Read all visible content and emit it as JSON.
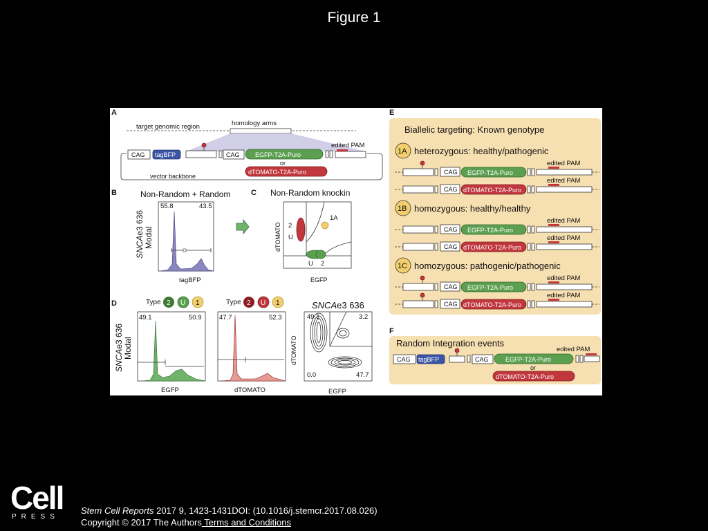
{
  "slide": {
    "title": "Figure 1"
  },
  "panelA": {
    "letter": "A",
    "target_region": "target genomic region",
    "homology_arms": "homology arms",
    "edited_pam": "edited PAM",
    "cag": "CAG",
    "tagbfp": "tagBFP",
    "egfp": "EGFP-T2A-Puro",
    "or": "or",
    "dtomato": "dTOMATO-T2A-Puro",
    "backbone": "vector backbone"
  },
  "panelB": {
    "letter": "B",
    "title": "Non-Random + Random",
    "ylabel1": "SNCA",
    "ylabel2": "e3 636",
    "ylabel3": "Modal",
    "left_value": "55.8",
    "right_value": "43.5",
    "xlabel": "tagBFP"
  },
  "panelC": {
    "letter": "C",
    "title": "Non-Random knockin",
    "ylabel": "dTOMATO",
    "xlabel": "EGFP",
    "label_1a": "1A",
    "label_2": "2",
    "label_u": "U",
    "label_u2": "U",
    "label_22": "2"
  },
  "panelD": {
    "letter": "D",
    "type_label": "Type",
    "c2": "2",
    "cu": "U",
    "c1": "1",
    "ylabel1": "SNCA",
    "ylabel2": "e3 636",
    "ylabel3": "Modal",
    "h1_left": "49.1",
    "h1_right": "50.9",
    "h1_xlabel": "EGFP",
    "h2_left": "47.7",
    "h2_right": "52.3",
    "h2_xlabel": "dTOMATO",
    "contour_title1": "SNCA",
    "contour_title2": "e3 636",
    "q_ul": "49.1",
    "q_ur": "3.2",
    "q_ll": "0.0",
    "q_lr": "47.7",
    "contour_ylabel": "dTOMATO",
    "contour_xlabel": "EGFP"
  },
  "panelE": {
    "letter": "E",
    "title": "Biallelic targeting: Known genotype",
    "badge_1a": "1A",
    "title_1a": "heterozygous: healthy/pathogenic",
    "badge_1b": "1B",
    "title_1b": "homozygous: healthy/healthy",
    "badge_1c": "1C",
    "title_1c": "homozygous: pathogenic/pathogenic",
    "cag": "CAG",
    "egfp": "EGFP-T2A-Puro",
    "dtomato": "dTOMATO-T2A-Puro",
    "edited_pam": "edited PAM"
  },
  "panelF": {
    "letter": "F",
    "title": "Random Integration events",
    "cag": "CAG",
    "tagbfp": "tagBFP",
    "egfp": "EGFP-T2A-Puro",
    "or": "or",
    "dtomato": "dTOMATO-T2A-Puro",
    "edited_pam": "edited PAM"
  },
  "footer": {
    "logo_word": "Cell",
    "logo_press": "PRESS",
    "journal": "Stem Cell Reports",
    "citation": " 2017 9, 1423-1431DOI: (10.1016/j.stemcr.2017.08.026)",
    "copyright": "Copyright © 2017 The Authors",
    "terms": " Terms and Conditions"
  },
  "colors": {
    "background": "#000000",
    "figure_bg": "#ffffff",
    "panel_e_bg": "#f6dfb0",
    "egfp_green": "#5c9f50",
    "dtomato_red": "#c0373d",
    "tagbfp_blue": "#3a55a5",
    "badge_yellow": "#f2cf6c",
    "histogram_purple": "#8a86c0"
  }
}
